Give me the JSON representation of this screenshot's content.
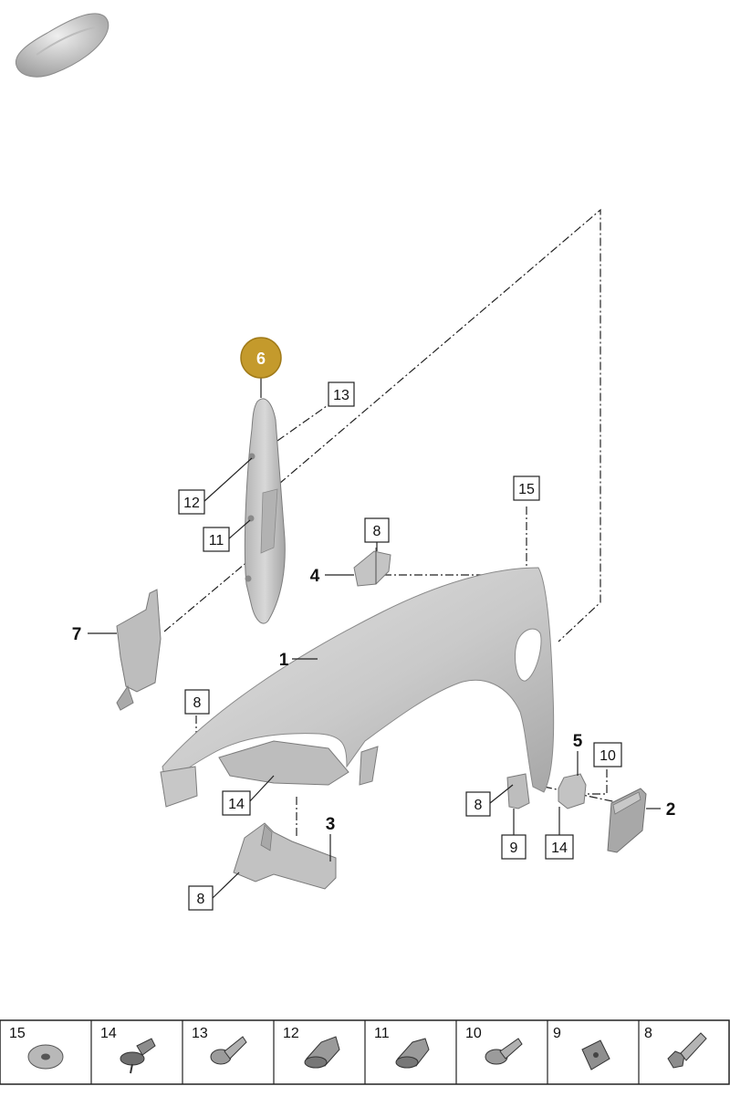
{
  "callouts": {
    "highlight": "6",
    "part_1": "1",
    "part_2": "2",
    "part_3": "3",
    "part_4": "4",
    "part_5": "5",
    "part_7": "7",
    "box_13": "13",
    "box_12": "12",
    "box_11": "11",
    "box_15": "15",
    "box_8_top": "8",
    "box_8_left": "8",
    "box_10": "10",
    "box_8_right": "8",
    "box_14_left": "14",
    "box_9": "9",
    "box_14_right": "14",
    "box_8_bottom": "8"
  },
  "legend": {
    "cells": [
      {
        "label": "15",
        "icon": "washer-icon"
      },
      {
        "label": "14",
        "icon": "plastic-rivet-icon"
      },
      {
        "label": "13",
        "icon": "flange-screw-icon"
      },
      {
        "label": "12",
        "icon": "expanding-clip-icon"
      },
      {
        "label": "11",
        "icon": "expanding-clip-icon"
      },
      {
        "label": "10",
        "icon": "flange-screw-icon"
      },
      {
        "label": "9",
        "icon": "clip-nut-icon"
      },
      {
        "label": "8",
        "icon": "hex-bolt-icon"
      }
    ]
  },
  "colors": {
    "highlight_badge": "#c49a2c",
    "part_fill": "#cdcdcd",
    "part_shade": "#9a9a9a"
  }
}
